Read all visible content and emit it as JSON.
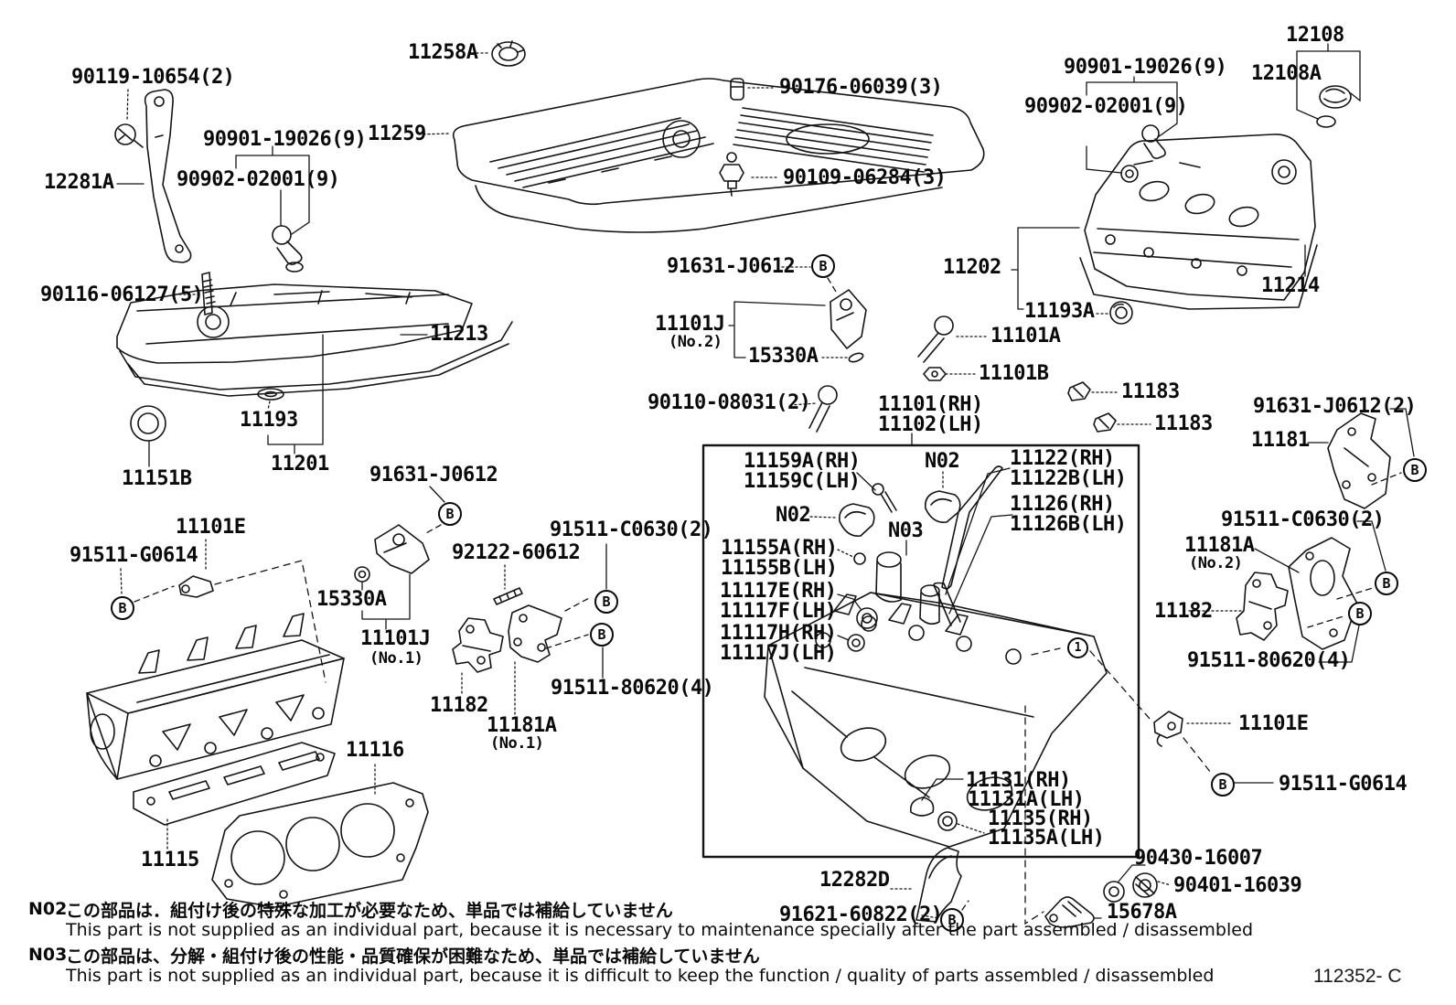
{
  "page": {
    "code": "112352- C"
  },
  "markers": {
    "b": "B",
    "one": "1"
  },
  "labels": {
    "p90119": "90119-10654(2)",
    "p12281A": "12281A",
    "p90901L": "90901-19026(9)",
    "p90902L": "90902-02001(9)",
    "p90116": "90116-06127(5)",
    "p11258A": "11258A",
    "p11259": "11259",
    "p90176": "90176-06039(3)",
    "p90109": "90109-06284(3)",
    "p12108": "12108",
    "p12108A": "12108A",
    "p90901R": "90901-19026(9)",
    "p90902R": "90902-02001(9)",
    "p11202": "11202",
    "p11214": "11214",
    "p11193A": "11193A",
    "p11101A": "11101A",
    "p11101B": "11101B",
    "p11183a": "11183",
    "p11183b": "11183",
    "p91631R": "91631-J0612(2)",
    "p11181": "11181",
    "p11213": "11213",
    "p11193": "11193",
    "p11201": "11201",
    "p11151B": "11151B",
    "p91631C1": "91631-J0612",
    "p91631C2": "91631-J0612",
    "p11101J2": "11101J",
    "p11101J2no": "(No.2)",
    "p15330AC": "15330A",
    "p90110": "90110-08031(2)",
    "p11101RH": "11101(RH)",
    "p11102LH": "11102(LH)",
    "p11101EL": "11101E",
    "p91511GL": "91511-G0614",
    "p15330AL": "15330A",
    "p11101J1": "11101J",
    "p11101J1no": "(No.1)",
    "p91511CL": "91511-C0630(2)",
    "p92122": "92122-60612",
    "p11182C": "11182",
    "p11181A1": "11181A",
    "p11181A1no": "(No.1)",
    "p91511_80L": "91511-80620(4)",
    "p11116": "11116",
    "p11115": "11115",
    "p11159A": "11159A(RH)",
    "p11159C": "11159C(LH)",
    "pN02a": "N02",
    "pN02b": "N02",
    "pN03": "N03",
    "p11122": "11122(RH)",
    "p11122B": "11122B(LH)",
    "p11126": "11126(RH)",
    "p11126B": "11126B(LH)",
    "p11155A": "11155A(RH)",
    "p11155B": "11155B(LH)",
    "p11117E": "11117E(RH)",
    "p11117F": "11117F(LH)",
    "p11117H": "11117H(RH)",
    "p11117J": "11117J(LH)",
    "p11131": "11131(RH)",
    "p11131A": "11131A(LH)",
    "p11135": "11135(RH)",
    "p11135A": "11135A(LH)",
    "p11181A2": "11181A",
    "p11181A2no": "(No.2)",
    "p91511CR": "91511-C0630(2)",
    "p11182R": "11182",
    "p91511_80R": "91511-80620(4)",
    "p11101ER": "11101E",
    "p91511GR": "91511-G0614",
    "p12282D": "12282D",
    "p91621": "91621-60822(2)",
    "p90430": "90430-16007",
    "p90401": "90401-16039",
    "p15678A": "15678A"
  },
  "notes": {
    "n02": {
      "tag": "N02",
      "jp": "この部品は．組付け後の特殊な加工が必要なため、単品では補給していません",
      "en": "This part is not supplied as an individual part, because it is necessary to maintenance specially after the part assembled / disassembled"
    },
    "n03": {
      "tag": "N03",
      "jp": "この部品は、分解・組付け後の性能・品質確保が困難なため、単品では補給していません",
      "en": "This part is not supplied as an individual part, because it is difficult to keep the function / quality of parts assembled / disassembled"
    }
  }
}
